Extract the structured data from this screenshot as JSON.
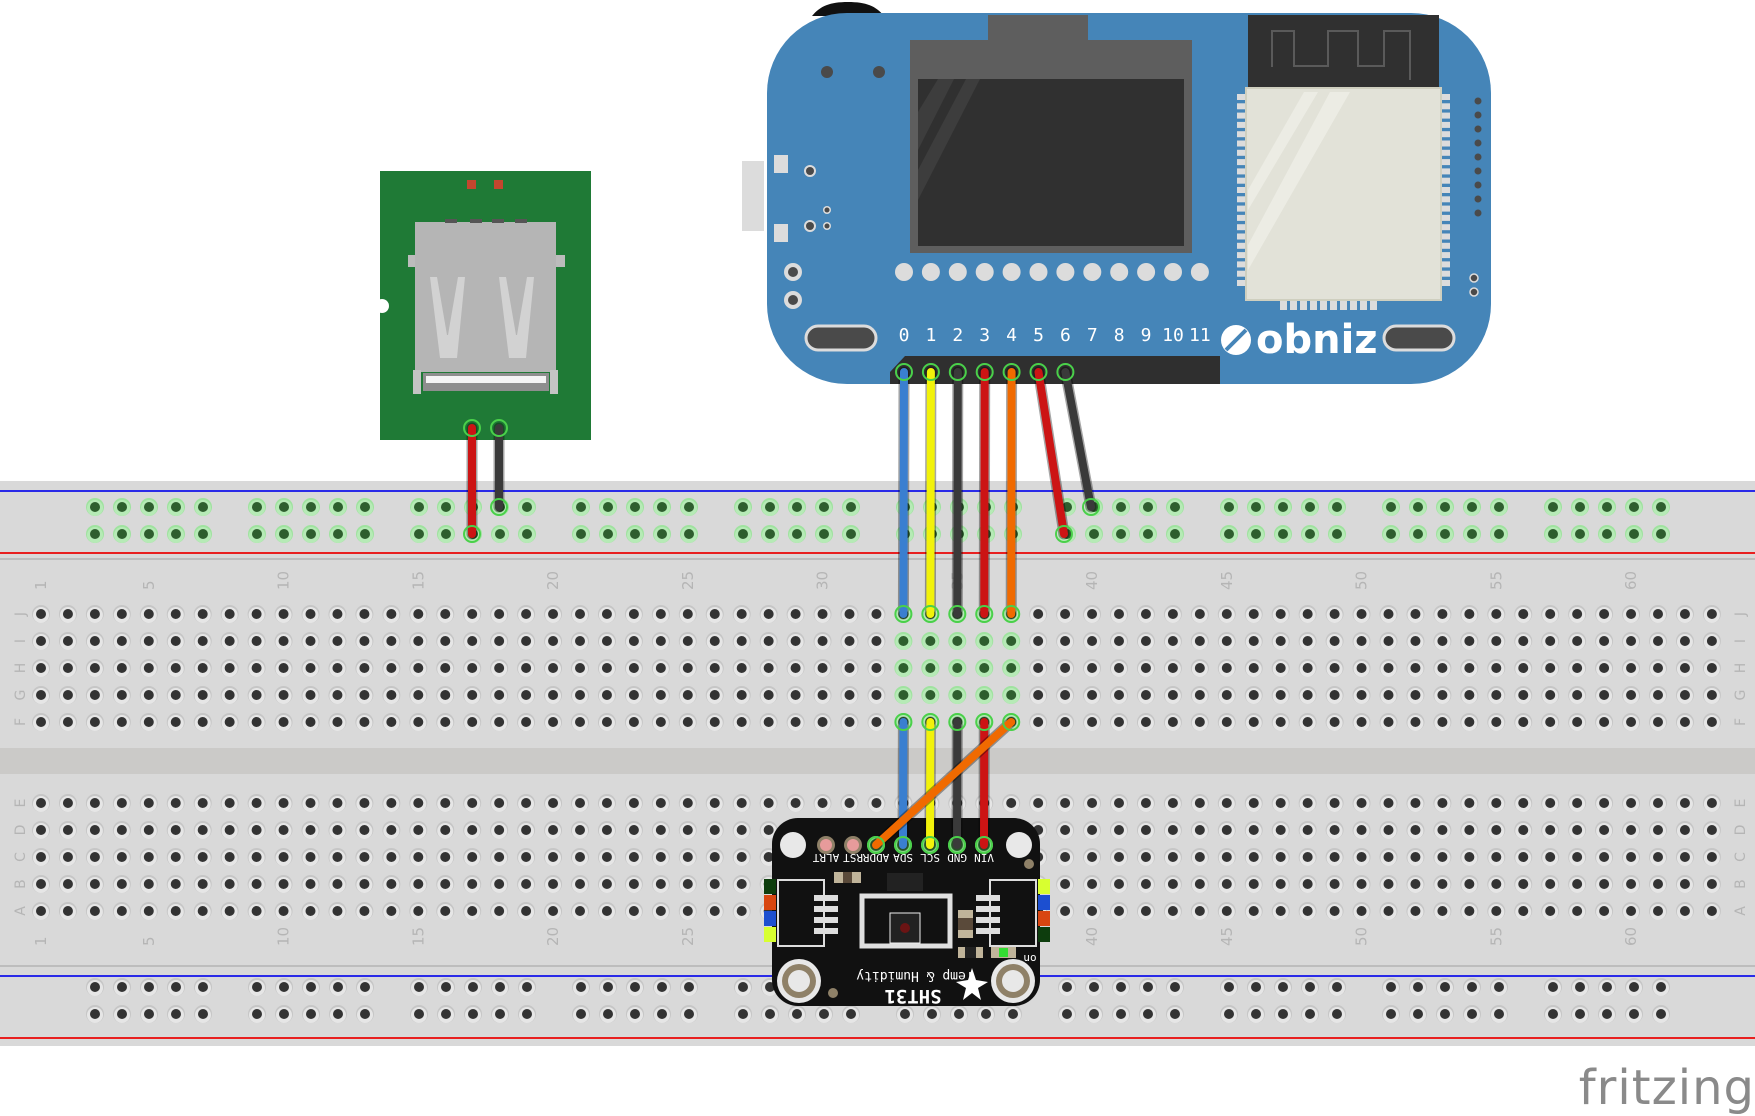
{
  "app": {
    "watermark": "fritzing"
  },
  "colors": {
    "breadboard": "#d9d9d9",
    "rail_blue": "#2a2ae8",
    "rail_red": "#e82020",
    "hole": "#333333",
    "hole_active": "#2e5e2e",
    "obniz_blue": "#4585b8",
    "usb_pcb": "#1f7a36",
    "sht31_pcb": "#111111"
  },
  "breadboard": {
    "columns": 63,
    "column_labels": [
      "1",
      "5",
      "10",
      "15",
      "20",
      "25",
      "30",
      "35",
      "40",
      "45",
      "50",
      "55",
      "60"
    ],
    "top_rows": [
      "J",
      "I",
      "H",
      "G",
      "F"
    ],
    "bottom_rows": [
      "E",
      "D",
      "C",
      "B",
      "A"
    ]
  },
  "obniz": {
    "logo_text": "obniz",
    "pin_labels": [
      "0",
      "1",
      "2",
      "3",
      "4",
      "5",
      "6",
      "7",
      "8",
      "9",
      "10",
      "11"
    ]
  },
  "usb_module": {
    "name": "USB Type-A power board"
  },
  "sht31": {
    "title": "SHT31",
    "subtitle": "Temp & Humidity",
    "pins": [
      "ALRT",
      "RST",
      "ADDR",
      "SDA",
      "SCL",
      "GND",
      "VIN"
    ],
    "led_label": "on"
  },
  "wires": [
    {
      "from": "obniz pin 0",
      "to": "breadboard J33",
      "color": "#3a7fd0"
    },
    {
      "from": "obniz pin 1",
      "to": "breadboard J34",
      "color": "#f2f20a"
    },
    {
      "from": "obniz pin 2",
      "to": "breadboard J35",
      "color": "#3a3a3a"
    },
    {
      "from": "obniz pin 3",
      "to": "breadboard J36",
      "color": "#cc1414"
    },
    {
      "from": "obniz pin 4",
      "to": "breadboard J37",
      "color": "#f06a00"
    },
    {
      "from": "obniz pin 5",
      "to": "power rail +",
      "color": "#cc1414"
    },
    {
      "from": "obniz pin 6",
      "to": "power rail -",
      "color": "#3a3a3a"
    },
    {
      "from": "USB +",
      "to": "power rail +",
      "color": "#cc1414"
    },
    {
      "from": "USB -",
      "to": "power rail -",
      "color": "#3a3a3a"
    },
    {
      "from": "breadboard F33",
      "to": "SHT31 SDA",
      "color": "#3a7fd0"
    },
    {
      "from": "breadboard F34",
      "to": "SHT31 SCL",
      "color": "#f2f20a"
    },
    {
      "from": "breadboard F35",
      "to": "SHT31 GND",
      "color": "#3a3a3a"
    },
    {
      "from": "breadboard F36",
      "to": "SHT31 VIN",
      "color": "#cc1414"
    },
    {
      "from": "breadboard F37",
      "to": "SHT31 ADDR",
      "color": "#f06a00"
    }
  ]
}
